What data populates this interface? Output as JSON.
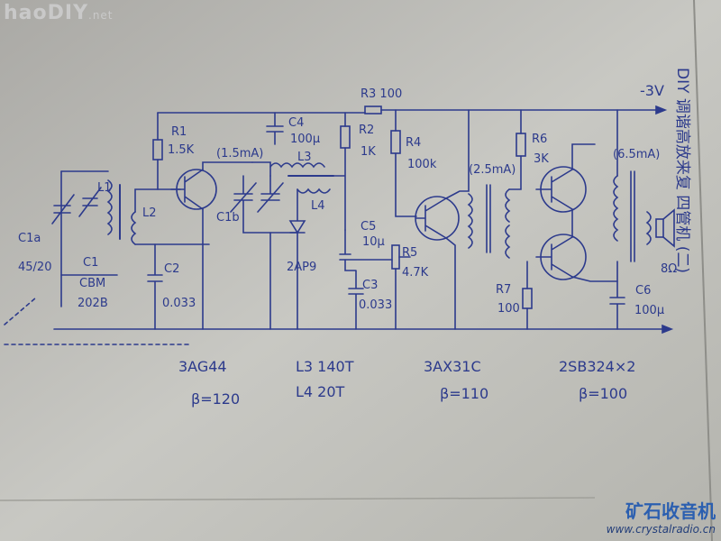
{
  "watermark": "haoDIY",
  "watermark_suffix": ".net",
  "brand": {
    "name": "矿石收音机",
    "url": "www.crystalradio.cn"
  },
  "title": "DIY 调谐高放来复 四管机 (二)",
  "supply": "-3V",
  "components": {
    "r1": "R1",
    "r1v": "1.5K",
    "c4": "C4",
    "c4v": "100μ",
    "r2": "R2",
    "r2v": "1K",
    "r3": "R3 100",
    "r4": "R4",
    "r4v": "100k",
    "r5": "R5",
    "r5v": "4.7K",
    "r6": "R6",
    "r6v": "3K",
    "r7": "R7",
    "r7v": "100",
    "c1a": "C1a",
    "c1av": "45/20",
    "c1": "C1",
    "c1v1": "CBM",
    "c1v2": "202B",
    "c1b": "C1b",
    "c2": "C2",
    "c2v": "0.033",
    "c3": "C3",
    "c3v": "0.033",
    "c5": "C5",
    "c5v": "10μ",
    "c6": "C6",
    "c6v": "100μ",
    "l1": "L1",
    "l2": "L2",
    "l3": "L3",
    "l4": "L4",
    "i1": "(1.5mA)",
    "i2": "(2.5mA)",
    "i3": "(6.5mA)",
    "diode": "2AP9",
    "spk": "8Ω"
  },
  "notes": {
    "t1": "3AG44",
    "b1": "β=120",
    "l3": "L3 140T",
    "l4": "L4 20T",
    "t2": "3AX31C",
    "b2": "β=110",
    "t3": "2SB324×2",
    "b3": "β=100"
  }
}
